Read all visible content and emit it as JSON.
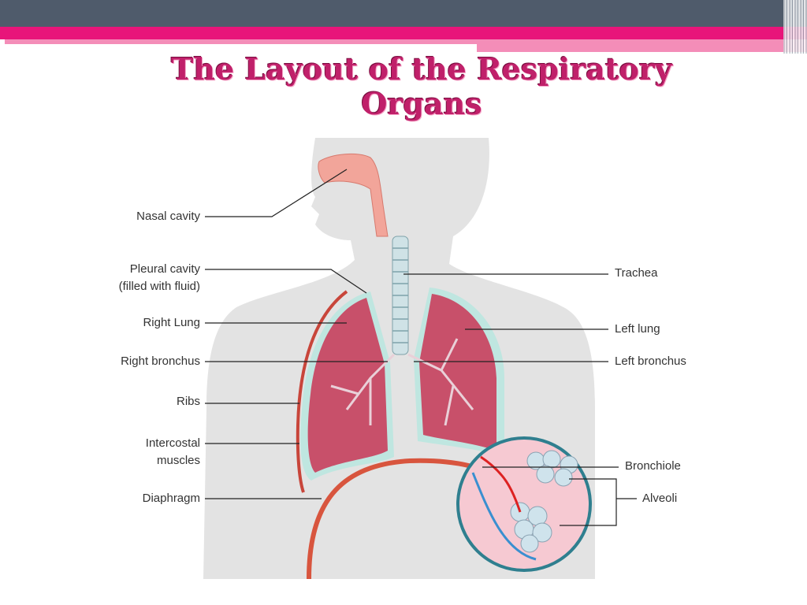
{
  "title": "The Layout of the Respiratory Organs",
  "labels": {
    "nasal_cavity": "Nasal cavity",
    "pleural_cavity": "Pleural cavity",
    "pleural_note": "(filled with fluid)",
    "right_lung": "Right Lung",
    "right_bronchus": "Right bronchus",
    "ribs": "Ribs",
    "intercostal_1": "Intercostal",
    "intercostal_2": "muscles",
    "diaphragm": "Diaphragm",
    "trachea": "Trachea",
    "left_lung": "Left lung",
    "left_bronchus": "Left bronchus",
    "bronchiole": "Bronchiole",
    "alveoli": "Alveoli"
  },
  "colors": {
    "header": "#4f5b6b",
    "accent": "#e8157a",
    "title": "#c0206a",
    "lung": "#c8506a"
  }
}
